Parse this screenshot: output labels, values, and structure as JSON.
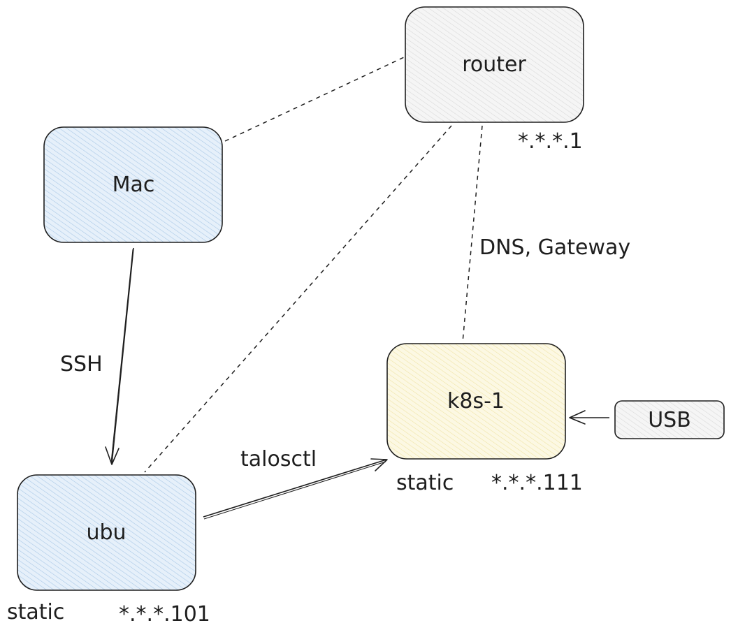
{
  "colors": {
    "stroke": "#1e1e1e",
    "router_fill": "#f3f3f3",
    "mac_fill": "#dbe9f6",
    "ubu_fill": "#dbe9f6",
    "k8s_fill": "#fbf6dc",
    "usb_fill": "#f3f3f3",
    "hatch_blue": "#a9c8e6",
    "hatch_yellow": "#efe3a6",
    "hatch_gray": "#d6d6d6"
  },
  "nodes": {
    "router": {
      "label": "router",
      "ip": "*.*.*.1"
    },
    "mac": {
      "label": "Mac"
    },
    "ubu": {
      "label": "ubu",
      "mode": "static",
      "ip": "*.*.*.101"
    },
    "k8s": {
      "label": "k8s-1",
      "mode": "static",
      "ip": "*.*.*.111"
    },
    "usb": {
      "label": "USB"
    }
  },
  "edges": {
    "mac_ubu": {
      "label": "SSH"
    },
    "ubu_k8s": {
      "label": "talosctl"
    },
    "router_k8s": {
      "label": "DNS, Gateway"
    }
  }
}
